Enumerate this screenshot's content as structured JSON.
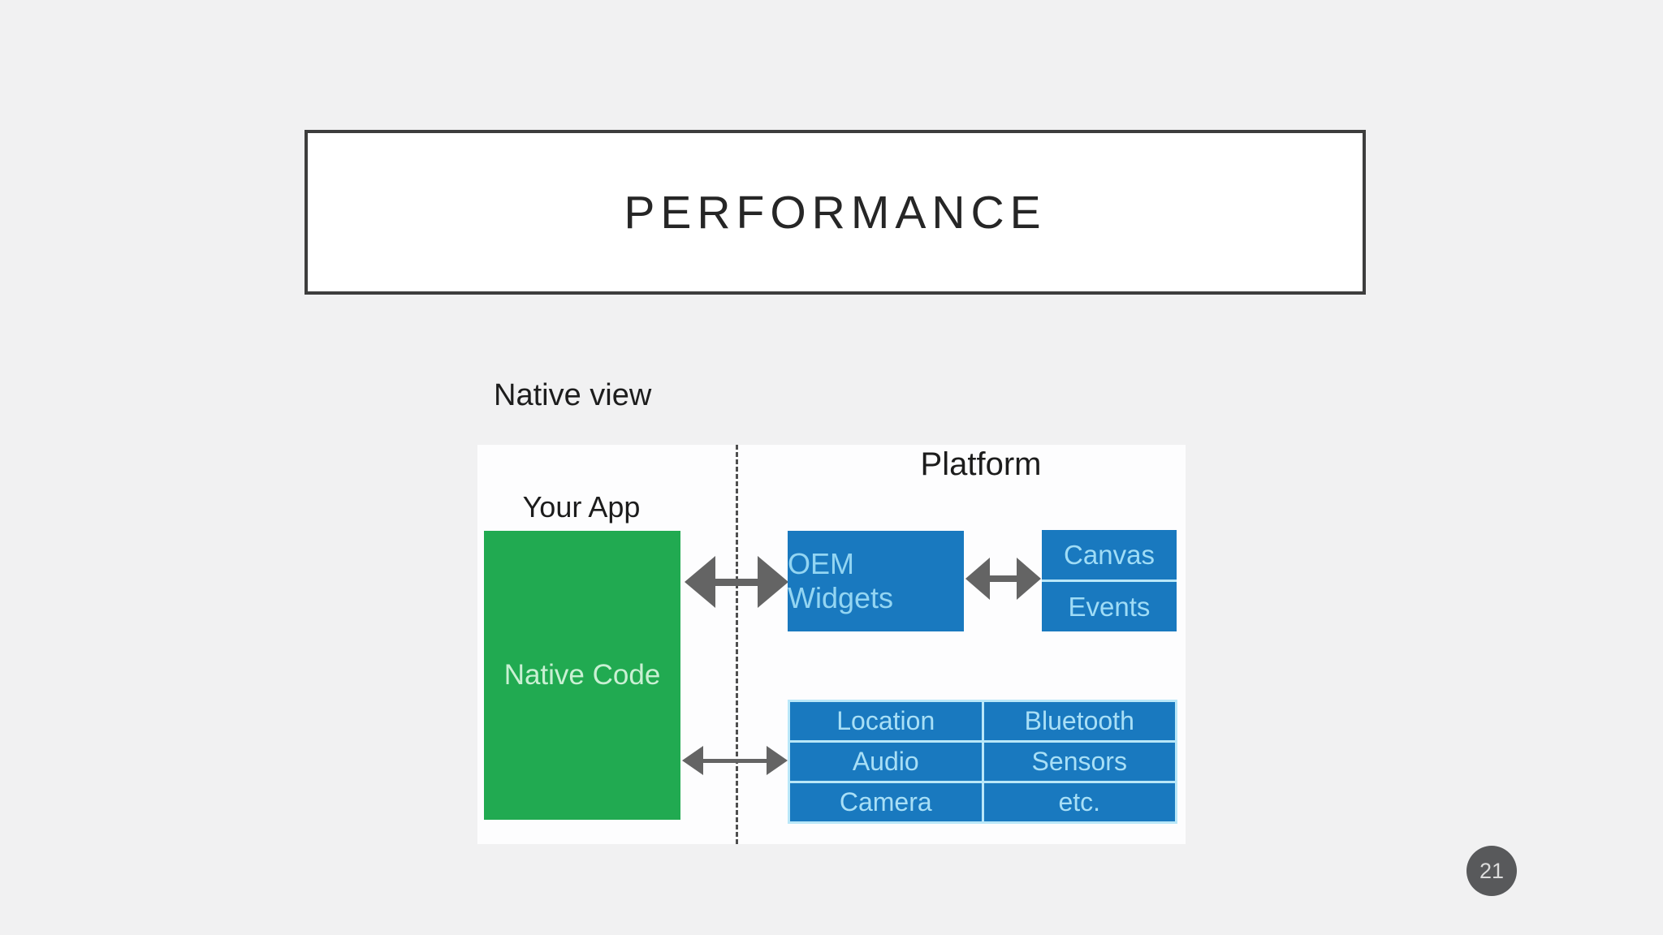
{
  "slide": {
    "page_number": "21",
    "background_color": "#f1f1f2"
  },
  "title": {
    "text": "PERFORMANCE"
  },
  "caption": {
    "text": "Native view"
  },
  "diagram": {
    "app_section_label": "Your App",
    "platform_section_label": "Platform",
    "native_code_label": "Native Code",
    "oem_widgets_label": "OEM Widgets",
    "canvas_label": "Canvas",
    "events_label": "Events",
    "services": {
      "rows": [
        [
          "Location",
          "Bluetooth"
        ],
        [
          "Audio",
          "Sensors"
        ],
        [
          "Camera",
          "etc."
        ]
      ]
    },
    "colors": {
      "app_green": "#21aa51",
      "platform_blue": "#1979bf",
      "arrow_gray": "#646464",
      "cell_divider": "#b9e7f8"
    }
  }
}
